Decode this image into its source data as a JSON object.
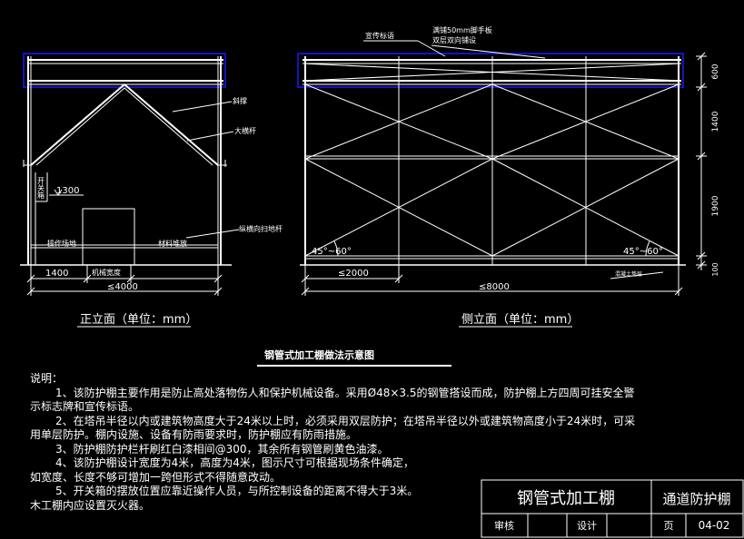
{
  "drawing": {
    "main_title": "钢管式加工棚做法示意图",
    "front": {
      "view_title": "正立面（单位：mm）",
      "labels": {
        "diagonal": "斜撑",
        "horizontal_bar": "大横杆",
        "ground_sweep": "纵横向扫地杆",
        "switch_box": "开关箱",
        "height_1300": "1300",
        "operation_area": "操作场地",
        "material_stack": "材料堆放",
        "machine_width": "机械宽度",
        "dim_1400": "1400",
        "dim_total": "≤4000"
      }
    },
    "side": {
      "view_title": "侧立面（单位：mm）",
      "labels": {
        "promo_board": "宣传标语",
        "plank_note_1": "满铺50mm脚手板",
        "plank_note_2": "双层双向铺设",
        "angle_left": "45°~60°",
        "angle_right": "45°~60°",
        "foundation": "混凝土垫层",
        "dim_2000": "≤2000",
        "dim_8000": "≤8000",
        "v_600": "600",
        "v_1400": "1400",
        "v_1900": "1900",
        "v_100": "100"
      }
    }
  },
  "notes": {
    "heading": "说明：",
    "lines": [
      "1、该防护棚主要作用是防止高处落物伤人和保护机械设备。采用Ø48×3.5的钢管搭设而成，防护棚上方四周可挂安全警",
      "示标志牌和宣传标语。",
      "2、在塔吊半径以内或建筑物高度大于24米以上时，必须采用双层防护；在塔吊半径以外或建筑物高度小于24米时，可采",
      "用单层防护。棚内设施、设备有防雨要求时，防护棚应有防雨措施。",
      "3、防护棚防护栏杆刷红白漆相间@300，其余所有钢管刷黄色油漆。",
      "4、该防护棚设计宽度为4米，高度为4米，图示尺寸可根据现场条件确定，",
      "如宽度、长度不够可增加一跨但形式不得随意改动。",
      "5、开关箱的摆放位置应靠近操作人员，与所控制设备的距离不得大于3米。",
      "木工棚内应设置灭火器。"
    ]
  },
  "title_block": {
    "name": "钢管式加工棚",
    "category": "通道防护棚",
    "review_label": "审核",
    "design_label": "设计",
    "page_label": "页",
    "page_number": "04-02"
  },
  "colors": {
    "background": "#000000",
    "lines": "#ffffff",
    "highlight": "#1a1aff"
  }
}
